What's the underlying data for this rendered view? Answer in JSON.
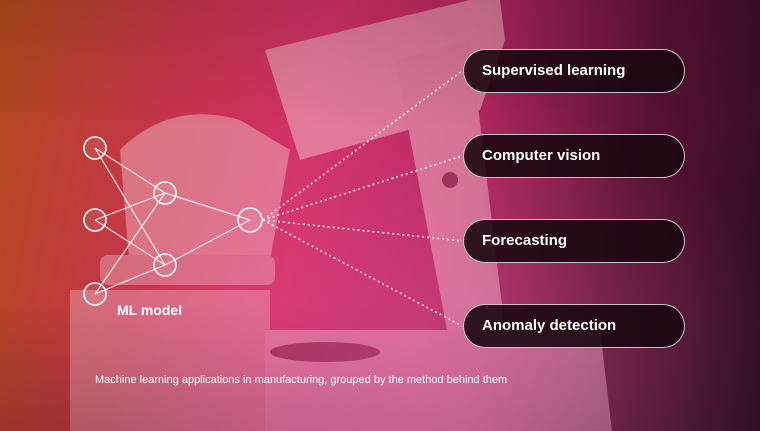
{
  "network": {
    "label": "ML model"
  },
  "applications": [
    {
      "label": "Supervised learning"
    },
    {
      "label": "Computer vision"
    },
    {
      "label": "Forecasting"
    },
    {
      "label": "Anomaly detection"
    }
  ],
  "caption": "Machine learning applications in manufacturing, grouped by the method behind them",
  "colors": {
    "pill_background": "#180610",
    "pill_border": "#ffffff",
    "text": "#ffffff",
    "node_stroke": "#ffffff"
  }
}
